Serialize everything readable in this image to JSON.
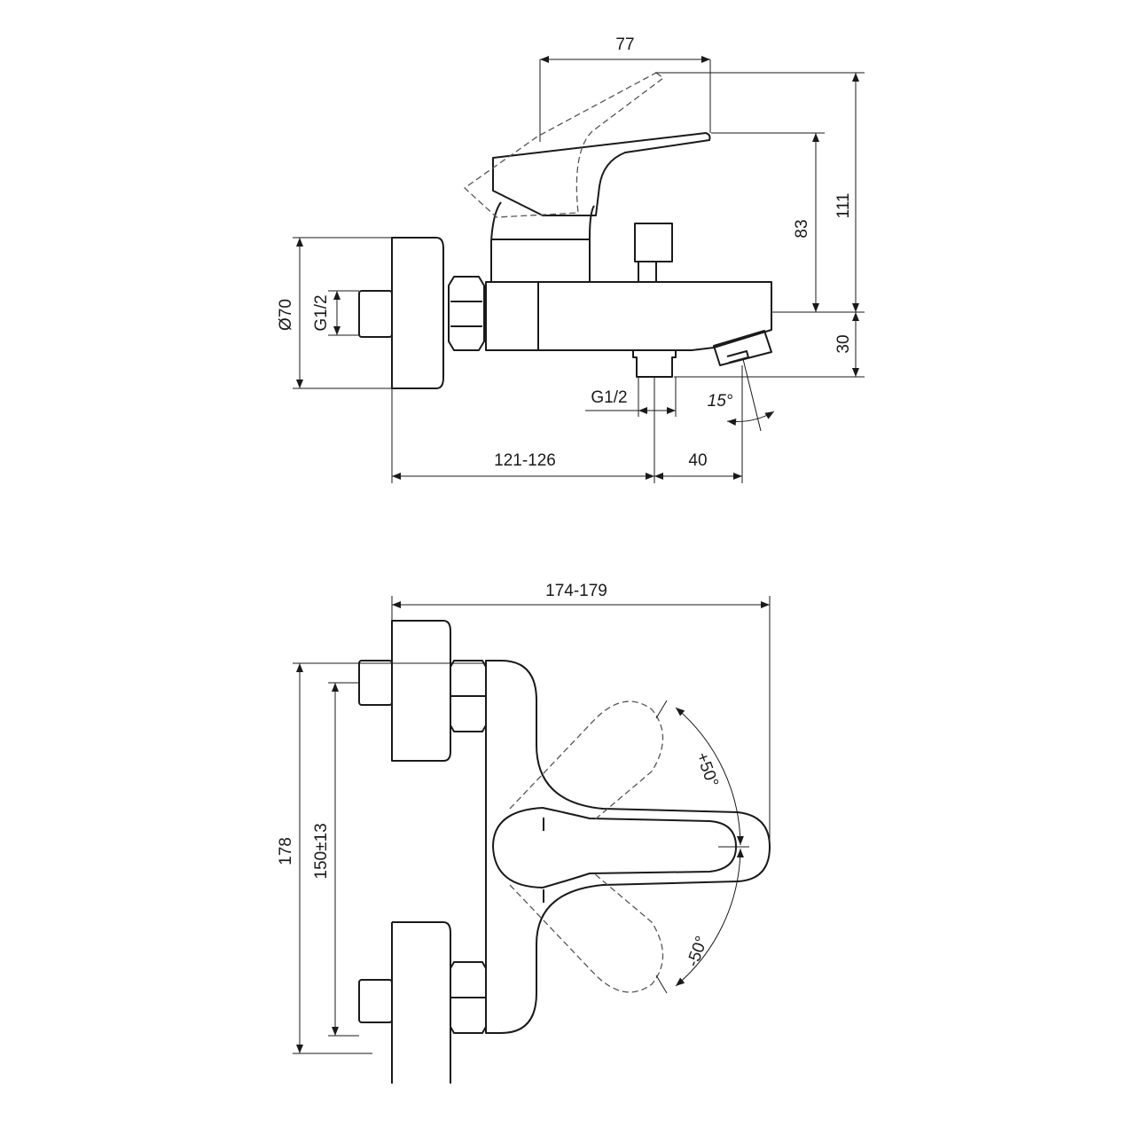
{
  "side_view": {
    "dim_lever_reach": "77",
    "dim_total_height": "111",
    "dim_lever_height": "83",
    "dim_spout_height": "30",
    "dim_flange_diameter": "Ø70",
    "dim_inlet_thread": "G1/2",
    "dim_outlet_thread": "G1/2",
    "dim_spout_angle": "15°",
    "dim_wall_to_outlet": "121-126",
    "dim_outlet_to_spout": "40"
  },
  "top_view": {
    "dim_total_depth": "174-179",
    "dim_overall_width": "178",
    "dim_center_distance": "150±13",
    "dim_rotation_plus": "+50°",
    "dim_rotation_minus": "-50°"
  }
}
